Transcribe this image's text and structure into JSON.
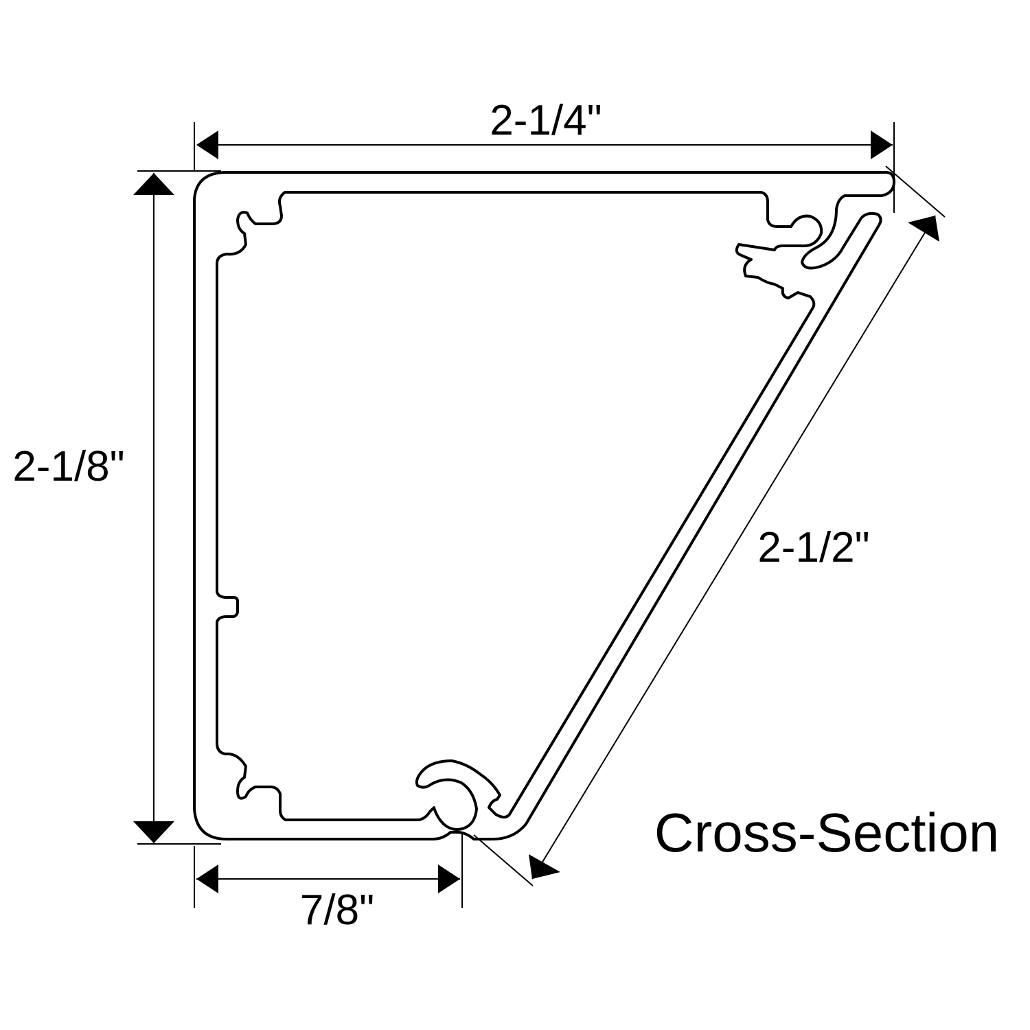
{
  "diagram": {
    "caption": "Cross-Section",
    "dimensions": {
      "top_width": "2-1/4\"",
      "left_height": "2-1/8\"",
      "bottom_width": "7/8\"",
      "diagonal_length": "2-1/2\""
    },
    "colors": {
      "line": "#000000",
      "background": "#ffffff"
    }
  }
}
